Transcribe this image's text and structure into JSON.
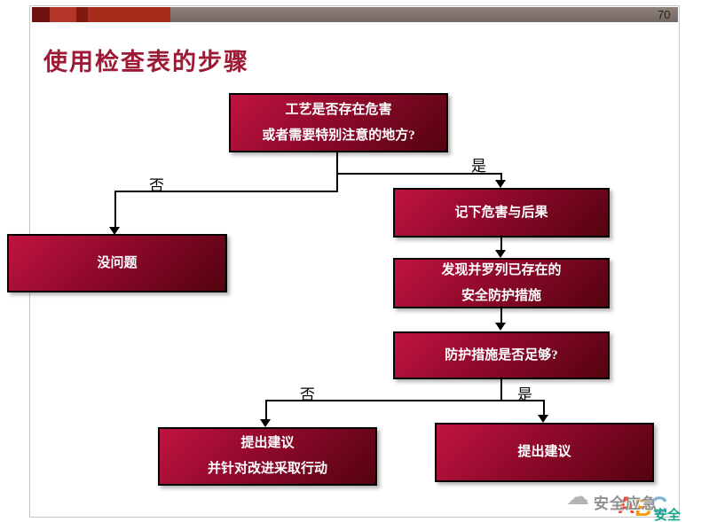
{
  "slide": {
    "page_number": "70",
    "title": "使用检查表的步骤"
  },
  "flowchart": {
    "labels": {
      "yes": "是",
      "no": "否"
    },
    "boxes": [
      {
        "name": "hazard-question",
        "lines": [
          "工艺是否存在危害",
          "或者需要特别注意的地方?"
        ]
      },
      {
        "name": "no-problem",
        "lines": [
          "没问题"
        ]
      },
      {
        "name": "record-hazards",
        "lines": [
          "记下危害与后果"
        ]
      },
      {
        "name": "list-existing-safeguards",
        "lines": [
          "发现并罗列已存在的",
          "安全防护措施"
        ]
      },
      {
        "name": "safeguards-enough-question",
        "lines": [
          "防护措施是否足够?"
        ]
      },
      {
        "name": "suggest-and-act",
        "lines": [
          "提出建议",
          "并针对改进采取行动"
        ]
      },
      {
        "name": "suggest",
        "lines": [
          "提出建议"
        ]
      }
    ]
  },
  "watermark": {
    "cloud_icon": "☁",
    "brand": "安全应急",
    "letters": [
      "A",
      "B",
      "C"
    ],
    "sub": "安全"
  },
  "colors": {
    "box_gradient_start": "#c01440",
    "box_gradient_end": "#54030f",
    "title_red": "#9e1a34",
    "accent_bar_gray": "#7f7470"
  }
}
